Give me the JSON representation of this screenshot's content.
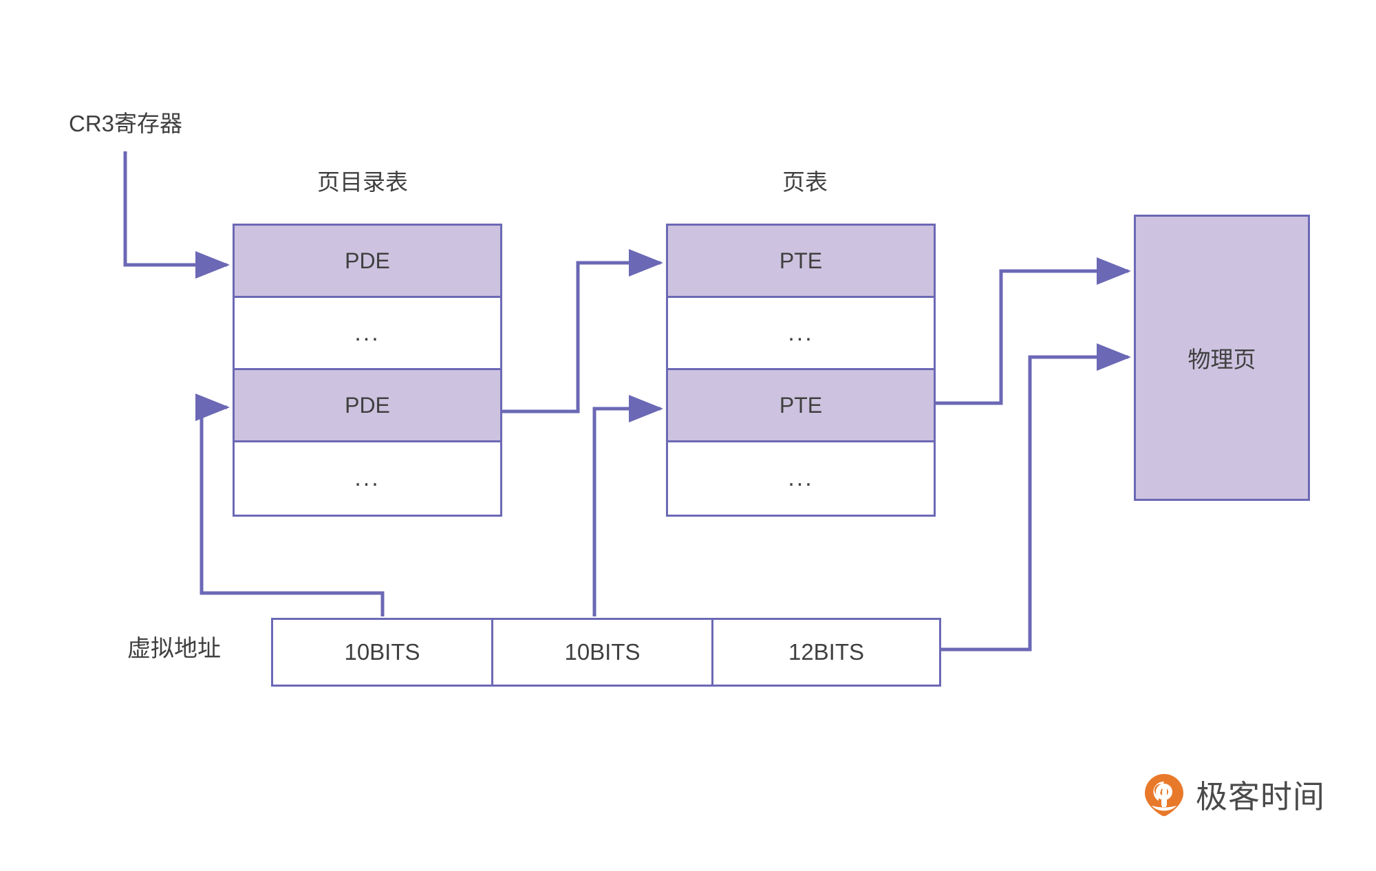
{
  "diagram": {
    "title_cr3": "CR3寄存器",
    "page_directory_title": "页目录表",
    "page_table_title": "页表",
    "virtual_address_label": "虚拟地址",
    "physical_page_label": "物理页",
    "colors": {
      "stroke": "#6b68b5",
      "fill": "#cdc3e0",
      "text": "#3f3f3f",
      "brand_orange": "#e8792b",
      "background": "#ffffff"
    }
  },
  "page_directory": {
    "rows": [
      {
        "label": "PDE",
        "filled": true
      },
      {
        "label": "...",
        "filled": false
      },
      {
        "label": "PDE",
        "filled": true
      },
      {
        "label": "...",
        "filled": false
      }
    ]
  },
  "page_table": {
    "rows": [
      {
        "label": "PTE",
        "filled": true
      },
      {
        "label": "...",
        "filled": false
      },
      {
        "label": "PTE",
        "filled": true
      },
      {
        "label": "...",
        "filled": false
      }
    ]
  },
  "virtual_address": {
    "segments": [
      {
        "label": "10BITS"
      },
      {
        "label": "10BITS"
      },
      {
        "label": "12BITS"
      }
    ]
  },
  "brand": {
    "name": "极客时间",
    "icon": "geektime-pin-icon"
  }
}
